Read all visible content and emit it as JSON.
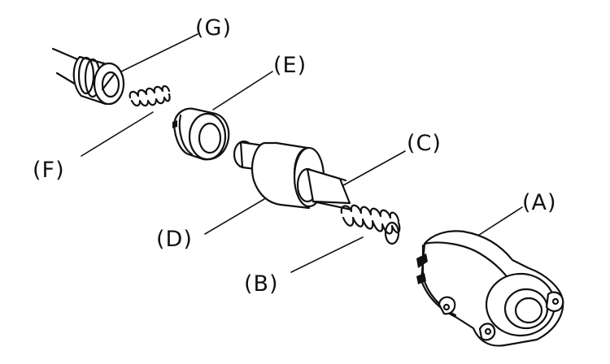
{
  "diagram": {
    "labels": {
      "A": "(A)",
      "B": "(B)",
      "C": "(C)",
      "D": "(D)",
      "E": "(E)",
      "F": "(F)",
      "G": "(G)"
    },
    "colors": {
      "ink": "#111111",
      "background": "#ffffff"
    }
  }
}
